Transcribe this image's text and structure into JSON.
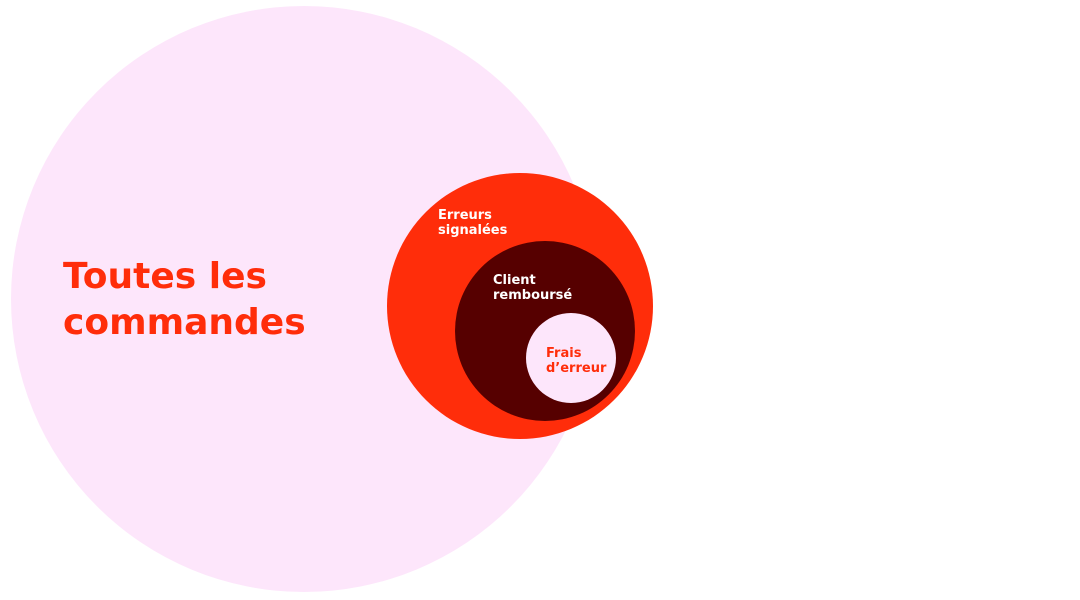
{
  "diagram": {
    "type": "nested-circles",
    "sets": [
      {
        "id": "all",
        "label": "Toutes les\ncommandes",
        "fill": "#fde6fb",
        "text_color": "#ff2d0a"
      },
      {
        "id": "reported",
        "label": "Erreurs\nsignalées",
        "fill": "#ff2d0a",
        "text_color": "#ffffff"
      },
      {
        "id": "refunded",
        "label": "Client\nremboursé",
        "fill": "#560000",
        "text_color": "#ffffff"
      },
      {
        "id": "fee",
        "label": "Frais\nd’erreur",
        "fill": "#fde6fb",
        "text_color": "#ff2d0a"
      }
    ]
  }
}
